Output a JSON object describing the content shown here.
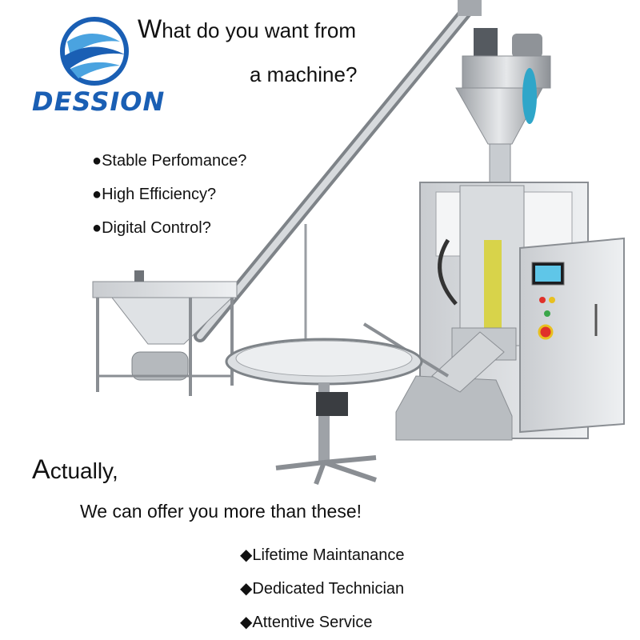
{
  "brand": {
    "name": "DESSION",
    "colors": {
      "primary": "#1a5fb4",
      "light": "#4aa3e0"
    }
  },
  "headline": {
    "line1_initial": "W",
    "line1_rest": "hat do you want from",
    "line2": "a machine?"
  },
  "questions": [
    {
      "bullet": "●",
      "text": "Stable Perfomance?"
    },
    {
      "bullet": "●",
      "text": "High Efficiency?"
    },
    {
      "bullet": "●",
      "text": "Digital Control?"
    }
  ],
  "answer": {
    "initial": "A",
    "rest": "ctually,",
    "offer": "We can offer you more than these!"
  },
  "services": [
    {
      "bullet": "◆",
      "text": "Lifetime Maintanance"
    },
    {
      "bullet": "◆",
      "text": "Dedicated Technician"
    },
    {
      "bullet": "◆",
      "text": "Attentive Service"
    }
  ],
  "illustration": {
    "name": "vertical packing machine with screw conveyor, hopper and rotary table",
    "icon": "packing-machine-icon"
  }
}
